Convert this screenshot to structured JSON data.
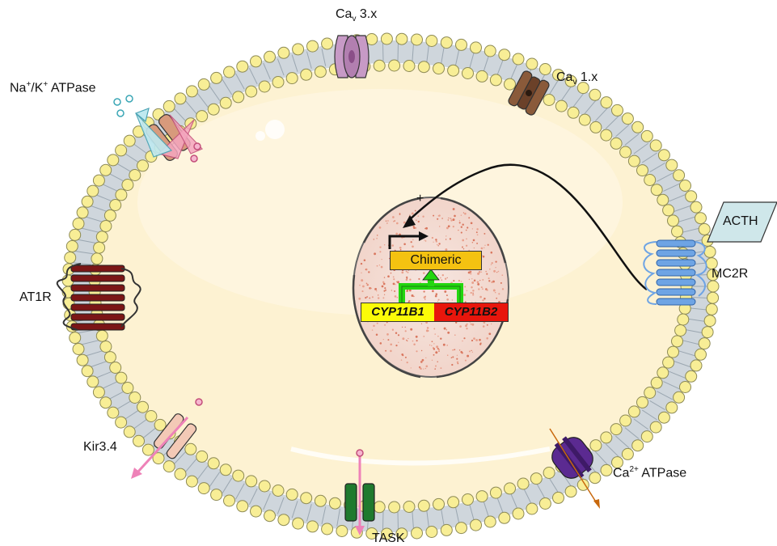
{
  "labels": {
    "cav3_main": "Ca",
    "cav3_sub": "v",
    "cav3_tail": " 3.x",
    "cav1_main": "Ca",
    "cav1_sub": "v",
    "cav1_tail": " 1.x",
    "napump_na": "Na",
    "napump_sup1": "+",
    "napump_k": "/K",
    "napump_sup2": "+",
    "napump_tail": " ATPase",
    "at1r": "AT1R",
    "acth": "ACTH",
    "mc2r": "MC2R",
    "kir": "Kir3.4",
    "task": "TASK",
    "caatp_main": "Ca",
    "caatp_sup": "2+",
    "caatp_tail": " ATPase",
    "plus": "+"
  },
  "nucleus": {
    "product": "Chimeric",
    "gene_left": "CYP11B1",
    "gene_right": "CYP11B2"
  },
  "colors": {
    "cytoplasm": "#fdf2d2",
    "lipid_head": "#f8ee96",
    "lipid_head_edge": "#8d8a55",
    "tail": "#cfd6dc",
    "product_box": "#f4c211",
    "gene_left": "#fbfb08",
    "gene_right": "#e8160c",
    "promoter_arrow": "#23d60f",
    "acth_box": "#cfe7ea",
    "mc2r": "#6ea4e4",
    "at1r": "#7b1616",
    "task": "#1f7a2e",
    "cav3": "#c79ac6",
    "cav1": "#8a5a3a",
    "ca_atpase": "#5b2a91",
    "ion_pink": "#ee82b8",
    "ion_blue": "#78c9d6",
    "ca_flux": "#c8680c"
  }
}
